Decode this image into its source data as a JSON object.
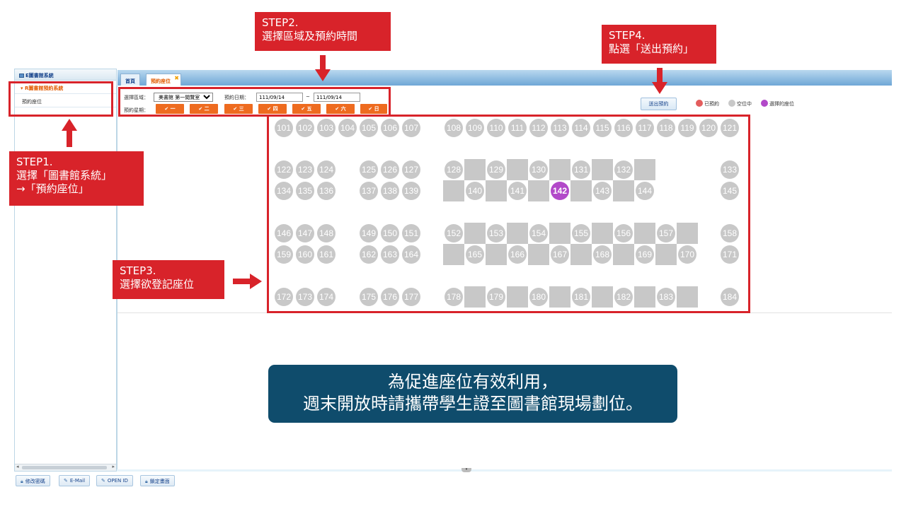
{
  "sidebar": {
    "title": "E圖書館系統",
    "system_item": "R圖書館預約系統",
    "menu_item": "預約座位"
  },
  "tabs": {
    "home": "首頁",
    "reserve": "預約座位"
  },
  "form": {
    "area_label": "選擇區域：",
    "area_value": "美書館 第一閱覽室",
    "date_label": "預約日期：",
    "date_from": "111/09/14",
    "date_sep": "~",
    "date_to": "111/09/14",
    "weekday_label": "預約星期：",
    "weekdays": [
      "一",
      "二",
      "三",
      "四",
      "五",
      "六",
      "日"
    ],
    "send_button": "送出預約"
  },
  "legend": {
    "reserved": "已預約",
    "available": "空位中",
    "selected": "選擇的座位"
  },
  "colors": {
    "reserved": "#e35d5d",
    "available": "#c8c8c8",
    "selected": "#b249c9",
    "callout": "#d8232a",
    "notice_bg": "#0f4c6c",
    "day_button": "#ee6b1f"
  },
  "seats": {
    "selected": "142",
    "top_row": [
      "101",
      "102",
      "103",
      "104",
      "105",
      "106",
      "107",
      "108",
      "109",
      "110",
      "111",
      "112",
      "113",
      "114",
      "115",
      "116",
      "117",
      "118",
      "119",
      "120",
      "121"
    ],
    "row_a1": [
      "122",
      "123",
      "124",
      "125",
      "126",
      "127",
      "128",
      "129",
      "130",
      "131",
      "132",
      "133"
    ],
    "row_a2": [
      "134",
      "135",
      "136",
      "137",
      "138",
      "139",
      "140",
      "141",
      "142",
      "143",
      "144",
      "145"
    ],
    "row_b1": [
      "146",
      "147",
      "148",
      "149",
      "150",
      "151",
      "152",
      "153",
      "154",
      "155",
      "156",
      "157",
      "158"
    ],
    "row_b2": [
      "159",
      "160",
      "161",
      "162",
      "163",
      "164",
      "165",
      "166",
      "167",
      "168",
      "169",
      "170",
      "171"
    ],
    "bottom_row": [
      "172",
      "173",
      "174",
      "175",
      "176",
      "177",
      "178",
      "179",
      "180",
      "181",
      "182",
      "183",
      "184"
    ]
  },
  "steps": {
    "step1": "STEP1.\n選擇「圖書館系統」\n→「預約座位」",
    "step2": "STEP2.\n選擇區域及預約時間",
    "step3": "STEP3.\n選擇欲登記座位",
    "step4": "STEP4.\n點選「送出預約」"
  },
  "notice": "為促進座位有效利用，\n週末開放時請攜帶學生證至圖書館現場劃位。",
  "footer": {
    "change_password": "修改密碼",
    "email": "E-Mail",
    "open_id": "OPEN ID",
    "lock_screen": "鎖定畫面"
  }
}
